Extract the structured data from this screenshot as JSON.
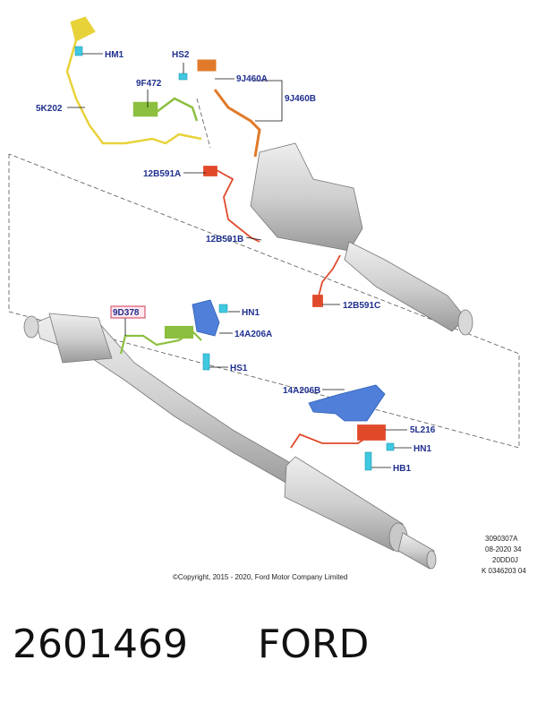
{
  "callouts": {
    "hm1": "HM1",
    "hs2": "HS2",
    "c9j460a": "9J460A",
    "c9j460b": "9J460B",
    "c9f472": "9F472",
    "c5k202": "5K202",
    "c12b591a": "12B591A",
    "c12b591b": "12B591B",
    "c12b591c": "12B591C",
    "c9d378": "9D378",
    "hn1_upper": "HN1",
    "c14a206a": "14A206A",
    "hs1": "HS1",
    "c14a206b": "14A206B",
    "c5l216": "5L216",
    "hn1_lower": "HN1",
    "hb1": "HB1"
  },
  "drawing_info": {
    "line1": "3090307A",
    "line2": "08-2020 34",
    "line3": "20DD0J",
    "line4": "K 0346203 04"
  },
  "copyright": "©Copyright, 2015 - 2020, Ford Motor Company Limited",
  "footer": {
    "part_number": "2601469",
    "brand": "FORD"
  },
  "colors": {
    "callout_text": "#1f2f8f",
    "yellow_harness": "#e8d23a",
    "green_sensor": "#8cbf3f",
    "orange_pipe": "#e07a2a",
    "red_sensor": "#e04a2a",
    "blue_bracket": "#4f7fd8",
    "cyan_fastener": "#3fc8e0",
    "highlight_box": "#d23a5a",
    "exhaust_gray": "#c8c8c8"
  }
}
